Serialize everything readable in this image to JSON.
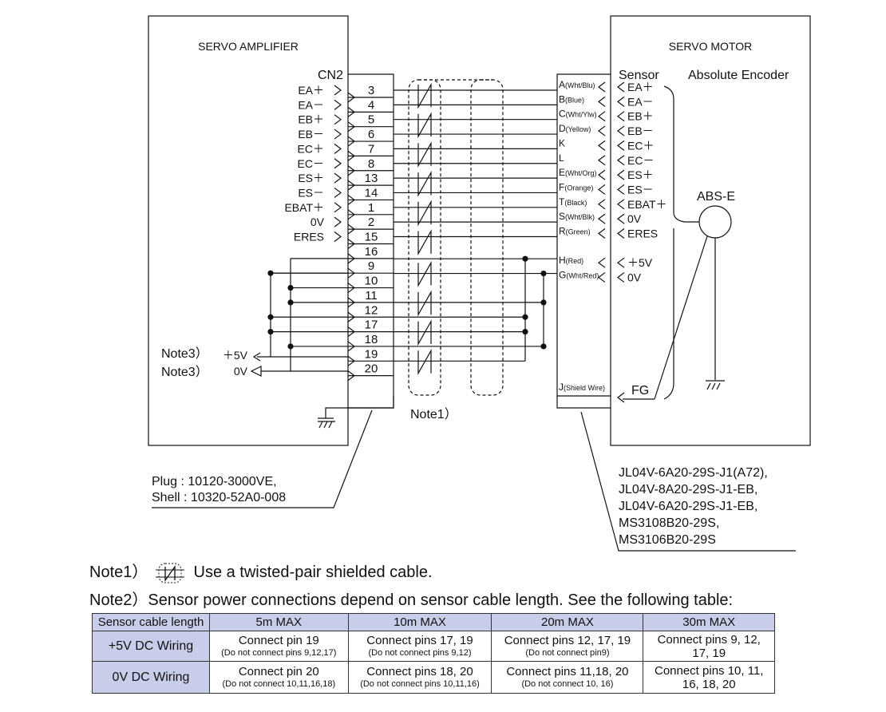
{
  "amplifier": {
    "title": "SERVO AMPLIFIER",
    "connector": "CN2",
    "signals": [
      "EA＋",
      "EA－",
      "EB＋",
      "EB－",
      "EC＋",
      "EC－",
      "ES＋",
      "ES－",
      "EBAT＋",
      "0V",
      "ERES"
    ],
    "pins": [
      "3",
      "4",
      "5",
      "6",
      "7",
      "8",
      "13",
      "14",
      "1",
      "2",
      "15",
      "16",
      "9",
      "10",
      "11",
      "12",
      "17",
      "18",
      "19",
      "20"
    ],
    "power_labels": [
      "＋5V",
      "0V"
    ],
    "note3": "Note3）"
  },
  "motor": {
    "title": "SERVO MOTOR",
    "sensor_label": "Sensor",
    "encoder_label": "Absolute Encoder",
    "encoder_name": "ABS-E",
    "wire_letters": [
      "A",
      "B",
      "C",
      "D",
      "K",
      "L",
      "E",
      "F",
      "T",
      "S",
      "R",
      "H",
      "G"
    ],
    "wire_colors": [
      "(Wht/Blu)",
      "(Blue)",
      "(Wht/Ylw)",
      "(Yellow)",
      "",
      "",
      "(Wht/Org)",
      "(Orange)",
      "(Black)",
      "(Wht/Blk)",
      "(Green)",
      "(Red)",
      "(Wht/Red)"
    ],
    "signals": [
      "EA＋",
      "EA－",
      "EB＋",
      "EB－",
      "EC＋",
      "EC－",
      "ES＋",
      "ES－",
      "EBAT＋",
      "0V",
      "ERES",
      "＋5V",
      "0V"
    ],
    "shield_letter": "J",
    "shield_color": "(Shield Wire)",
    "fg_label": "FG"
  },
  "cable_note": "Note1）",
  "plug": {
    "plug_line": "Plug  : 10120-3000VE,",
    "shell_line": "Shell : 10320-52A0-008"
  },
  "connectors": [
    "JL04V-6A20-29S-J1(A72),",
    "JL04V-8A20-29S-J1-EB,",
    "JL04V-6A20-29S-J1-EB,",
    "MS3108B20-29S,",
    "MS3106B20-29S"
  ],
  "notes": {
    "note1_label": "Note1）",
    "note1_text": "Use a twisted-pair shielded cable.",
    "note2_text": "Note2）Sensor power connections depend on sensor cable length. See the following table:"
  },
  "table": {
    "headers": [
      "Sensor cable length",
      "5m MAX",
      "10m MAX",
      "20m MAX",
      "30m MAX"
    ],
    "rows": [
      {
        "label": "+5V DC Wiring",
        "cells": [
          {
            "main": "Connect pin 19",
            "sub": "(Do not connect pins 9,12,17)"
          },
          {
            "main": "Connect pins 17, 19",
            "sub": "(Do not connect pins 9,12)"
          },
          {
            "main": "Connect pins 12, 17, 19",
            "sub": "(Do not connect pin9)"
          },
          {
            "main": "Connect pins 9, 12,\n17, 19",
            "sub": ""
          }
        ]
      },
      {
        "label": "0V DC Wiring",
        "cells": [
          {
            "main": "Connect pin 20",
            "sub": "(Do not connect 10,11,16,18)"
          },
          {
            "main": "Connect pins 18, 20",
            "sub": "(Do not connect pins 10,11,16)"
          },
          {
            "main": "Connect pins 11,18, 20",
            "sub": "(Do not connect 10, 16)"
          },
          {
            "main": "Connect pins 10, 11,\n16, 18, 20",
            "sub": ""
          }
        ]
      }
    ]
  },
  "colors": {
    "header_bg": "#c8cdea",
    "line": "#111111"
  }
}
